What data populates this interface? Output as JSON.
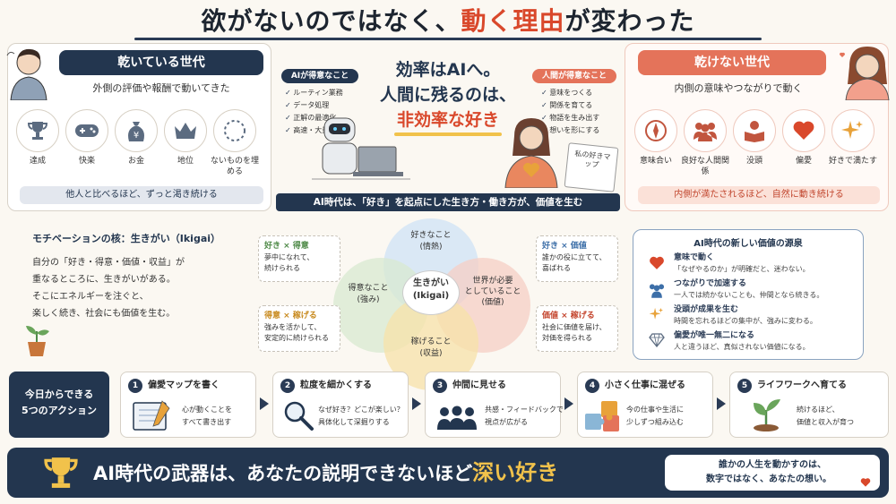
{
  "title": {
    "part1": "欲がないのではなく、",
    "highlight": "動く理由",
    "part2": "が変わった"
  },
  "left_panel": {
    "header": "乾いている世代",
    "subtitle": "外側の評価や報酬で動いてきた",
    "items": [
      {
        "label": "達成",
        "icon": "trophy-icon"
      },
      {
        "label": "快楽",
        "icon": "gamepad-icon"
      },
      {
        "label": "お金",
        "icon": "money-bag-icon"
      },
      {
        "label": "地位",
        "icon": "crown-icon"
      },
      {
        "label": "ないものを埋める",
        "icon": "dashed-circle-icon"
      }
    ],
    "footer": "他人と比べるほど、ずっと渇き続ける",
    "color": "#23364f"
  },
  "right_panel": {
    "header": "乾けない世代",
    "subtitle": "内側の意味やつながりで動く",
    "items": [
      {
        "label": "意味合い",
        "icon": "compass-icon"
      },
      {
        "label": "良好な人間関係",
        "icon": "people-icon"
      },
      {
        "label": "没頭",
        "icon": "reading-icon"
      },
      {
        "label": "偏愛",
        "icon": "heart-icon"
      },
      {
        "label": "好きで満たす",
        "icon": "sparkle-icon"
      }
    ],
    "footer": "内側が満たされるほど、自然に動き続ける",
    "color": "#e4735a"
  },
  "center": {
    "ai_tag": "AIが得意なこと",
    "ai_list": [
      "ルーティン業務",
      "データ処理",
      "正解の最適化",
      "高速・大量処理"
    ],
    "human_tag": "人間が得意なこと",
    "human_list": [
      "意味をつくる",
      "関係を育てる",
      "物語を生み出す",
      "想いを形にする"
    ],
    "headline1": "効率はAIへ。",
    "headline2": "人間に残るのは、",
    "headline3": "非効率な好き",
    "notebook": "私の好きマップ",
    "banner": "AI時代は、「好き」を起点にした生き方・働き方が、価値を生む"
  },
  "ikigai": {
    "title": "モチベーションの核：生きがい（Ikigai）",
    "body": [
      "自分の「好き・得意・価値・収益」が",
      "重なるところに、生きがいがある。",
      "そこにエネルギーを注ぐと、",
      "楽しく続き、社会にも価値を生む。"
    ],
    "center_label": "生きがい",
    "center_sub": "(Ikigai)",
    "circles": {
      "top": [
        "好きなこと",
        "(情熱)"
      ],
      "left": [
        "得意なこと",
        "(強み)"
      ],
      "right": [
        "世界が必要",
        "としていること",
        "(価値)"
      ],
      "bottom": [
        "稼げること",
        "(収益)"
      ]
    },
    "boxes": [
      {
        "title": "好き × 得意",
        "body": [
          "夢中になれて、",
          "続けられる"
        ],
        "color": "#4f8a48"
      },
      {
        "title": "得意 × 稼げる",
        "body": [
          "強みを活かして、",
          "安定的に続けられる"
        ],
        "color": "#c88a1e"
      },
      {
        "title": "好き × 価値",
        "body": [
          "誰かの役に立てて、",
          "喜ばれる"
        ],
        "color": "#3d6fa8"
      },
      {
        "title": "価値 × 稼げる",
        "body": [
          "社会に価値を届け、",
          "対価を得られる"
        ],
        "color": "#c4452d"
      }
    ]
  },
  "sources": {
    "title": "AI時代の新しい価値の源泉",
    "items": [
      {
        "title": "意味で動く",
        "body": "「なぜやるのか」が明確だと、迷わない。",
        "icon": "heart-icon"
      },
      {
        "title": "つながりで加速する",
        "body": "一人では続かないことも、仲間となら続きる。",
        "icon": "people-icon"
      },
      {
        "title": "没頭が成果を生む",
        "body": "時間を忘れるほどの集中が、強みに変わる。",
        "icon": "sparkle-icon"
      },
      {
        "title": "偏愛が唯一無二になる",
        "body": "人と違うほど、真似されない価値になる。",
        "icon": "diamond-icon"
      }
    ]
  },
  "actions": {
    "label": [
      "今日からできる",
      "5つのアクション"
    ],
    "steps": [
      {
        "num": "1",
        "title": "偏愛マップを書く",
        "body": [
          "心が動くことを",
          "すべて書き出す"
        ],
        "icon": "notebook-icon"
      },
      {
        "num": "2",
        "title": "粒度を細かくする",
        "body": [
          "なぜ好き？どこが楽しい？",
          "具体化して深掘りする"
        ],
        "icon": "magnifier-icon"
      },
      {
        "num": "3",
        "title": "仲間に見せる",
        "body": [
          "共感・フィードバックで",
          "視点が広がる"
        ],
        "icon": "group-icon"
      },
      {
        "num": "4",
        "title": "小さく仕事に混ぜる",
        "body": [
          "今の仕事や生活に",
          "少しずつ組み込む"
        ],
        "icon": "puzzle-icon"
      },
      {
        "num": "5",
        "title": "ライフワークへ育てる",
        "body": [
          "続けるほど、",
          "価値と収入が育つ"
        ],
        "icon": "sprout-icon"
      }
    ]
  },
  "bottom": {
    "text": "AI時代の武器は、あなたの説明できないほど",
    "highlight": "深い好き",
    "bubble": [
      "誰かの人生を動かすのは、",
      "数字ではなく、あなたの想い。"
    ],
    "color": "#23364f"
  }
}
